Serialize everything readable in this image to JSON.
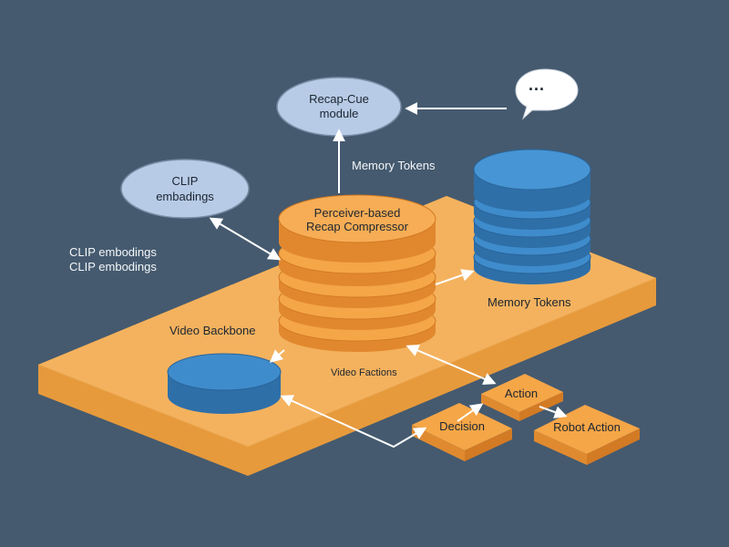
{
  "labels": {
    "recap_cue_line1": "Recap-Cue",
    "recap_cue_line2": "module",
    "clip_bubble_line1": "CLIP",
    "clip_bubble_line2": "embadings",
    "clip_side_line1": "CLIP embodings",
    "clip_side_line2": "CLIP embodings",
    "memory_tokens_top": "Memory Tokens",
    "perceiver_line1": "Perceiver-based",
    "perceiver_line2": "Recap Compressor",
    "memory_tokens_stack": "Memory Tokens",
    "video_backbone": "Video Backbone",
    "video_factions": "Video Factions",
    "action": "Action",
    "decision": "Decision",
    "robot_action": "Robot Action"
  },
  "speech_bubble_text": "...",
  "colors": {
    "background": "#455a6f",
    "platform": "#f4b25e",
    "platform_side": "#e69a3c",
    "orange_disc": "#f5a647",
    "blue_disc": "#3f8ccc",
    "bubble_fill": "#b7cbe6",
    "arrow": "#ffffff"
  }
}
